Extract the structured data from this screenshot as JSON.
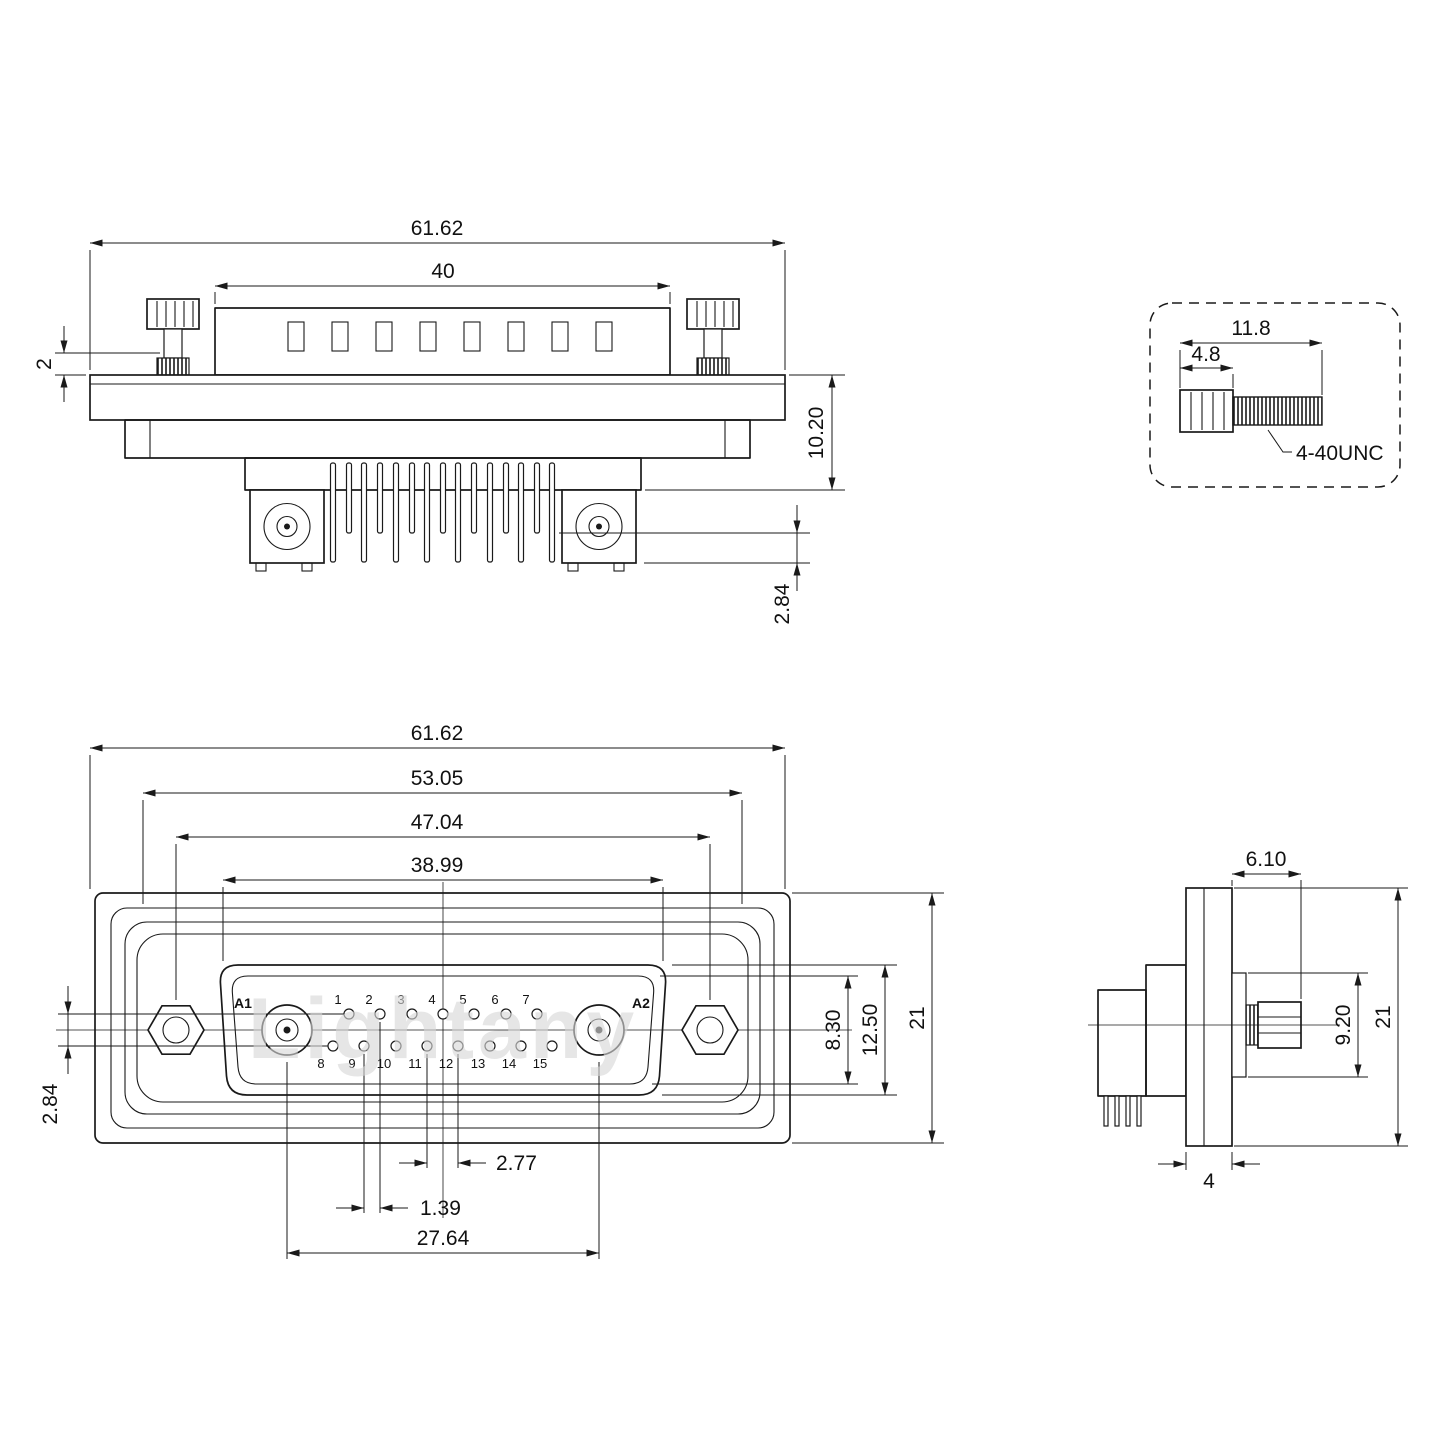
{
  "watermark": "Lightany",
  "ink_color": "#1a1a1a",
  "views": {
    "side_top": {
      "dims": {
        "overall_width": "61.62",
        "insulator_width": "40",
        "screw_standoff": "2",
        "body_height": "10.20",
        "tail_length": "2.84"
      }
    },
    "screw_detail": {
      "dims": {
        "overall_length": "11.8",
        "head_length": "4.8"
      },
      "thread_spec": "4-40UNC"
    },
    "front": {
      "dims": {
        "overall_width": "61.62",
        "shell_width": "53.05",
        "screw_span": "47.04",
        "face_width": "38.99",
        "row_offset": "2.84",
        "opening_height": "8.30",
        "shell_height": "12.50",
        "overall_height": "21",
        "pin_pitch": "2.77",
        "row_stagger": "1.39",
        "coax_span": "27.64"
      },
      "contacts": {
        "a1": "A1",
        "a2": "A2"
      },
      "pin_row1": [
        "1",
        "2",
        "3",
        "4",
        "5",
        "6",
        "7"
      ],
      "pin_row2": [
        "8",
        "9",
        "10",
        "11",
        "12",
        "13",
        "14",
        "15"
      ]
    },
    "side_right": {
      "dims": {
        "nut_protrusion": "6.10",
        "boss_height": "9.20",
        "overall_height": "21",
        "flange_thickness": "4"
      }
    }
  }
}
